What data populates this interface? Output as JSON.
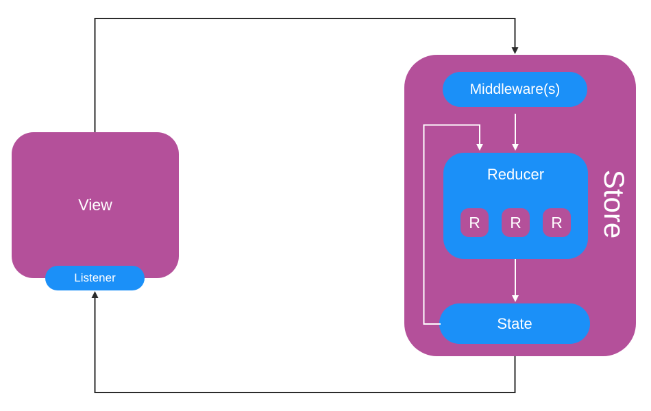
{
  "colors": {
    "magenta": "#B4509A",
    "blue": "#1B90F8",
    "line_black": "#2B2B2B",
    "line_white": "#FFFFFF",
    "text_white": "#FFFFFF",
    "background": "#FFFFFF"
  },
  "diagram": {
    "view": {
      "label": "View"
    },
    "listener": {
      "label": "Listener"
    },
    "store": {
      "label": "Store"
    },
    "middleware": {
      "label": "Middleware(s)"
    },
    "reducer": {
      "label": "Reducer",
      "sub_reducers": [
        "R",
        "R",
        "R"
      ]
    },
    "state": {
      "label": "State"
    },
    "flows": [
      {
        "from": "View",
        "to": "Store",
        "style": "black-arrow"
      },
      {
        "from": "Store",
        "to": "Listener",
        "style": "black-arrow"
      },
      {
        "from": "Middleware(s)",
        "to": "Reducer",
        "style": "white-arrow"
      },
      {
        "from": "State",
        "to": "Reducer",
        "style": "white-arrow-feedback-loop"
      },
      {
        "from": "Reducer",
        "to": "State",
        "style": "white-arrow"
      }
    ]
  }
}
